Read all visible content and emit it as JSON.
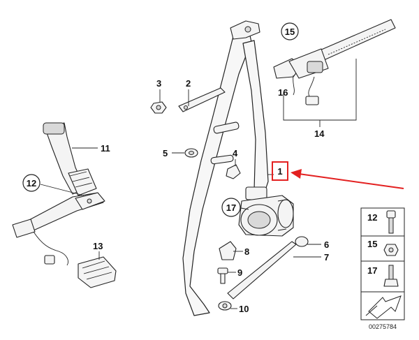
{
  "callouts": {
    "p1": "1",
    "p2": "2",
    "p3": "3",
    "p4": "4",
    "p5": "5",
    "p6": "6",
    "p7": "7",
    "p8": "8",
    "p9": "9",
    "p10": "10",
    "p11": "11",
    "p12": "12",
    "p13": "13",
    "p14": "14",
    "p15": "15",
    "p16": "16",
    "p17": "17"
  },
  "legend": {
    "l12": "12",
    "l15": "15",
    "l17": "17"
  },
  "diagram_number": "00275784",
  "colors": {
    "highlight": "#e32020",
    "ink": "#222222",
    "fill": "#f4f4f4"
  }
}
